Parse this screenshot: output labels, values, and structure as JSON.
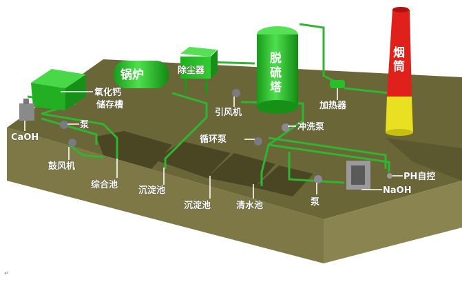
{
  "title": "石灰/双碱法脱硫工艺流程示意图",
  "equipment": {
    "boiler": "锅炉",
    "dust_collector": "除尘器",
    "desulfurization_tower": [
      "脱",
      "硫",
      "塔"
    ],
    "chimney": [
      "烟",
      "筒"
    ],
    "cao_tank": [
      "氧化钙",
      "储存槽"
    ],
    "induced_fan": "引风机",
    "heater": "加热器",
    "flush_pump": "冲洗泵",
    "circulation_pump": "循环泵",
    "caoh": "CaOH",
    "pump_left": "泵",
    "blower": "鼓风机",
    "mixing_pool": "综合池",
    "settling_pool_1": "沉淀池",
    "settling_pool_2": "沉淀池",
    "clear_pool": "清水池",
    "pump_right": "泵",
    "ph_control": "PH自控",
    "naoh": "NaOH"
  },
  "colors": {
    "ground_top": "#6e6a3c",
    "ground_front": "#7a7544",
    "equipment": "#22c022",
    "chimney_red": "#e0201a",
    "chimney_yellow": "#e8e020"
  },
  "footer_mark": "↵"
}
